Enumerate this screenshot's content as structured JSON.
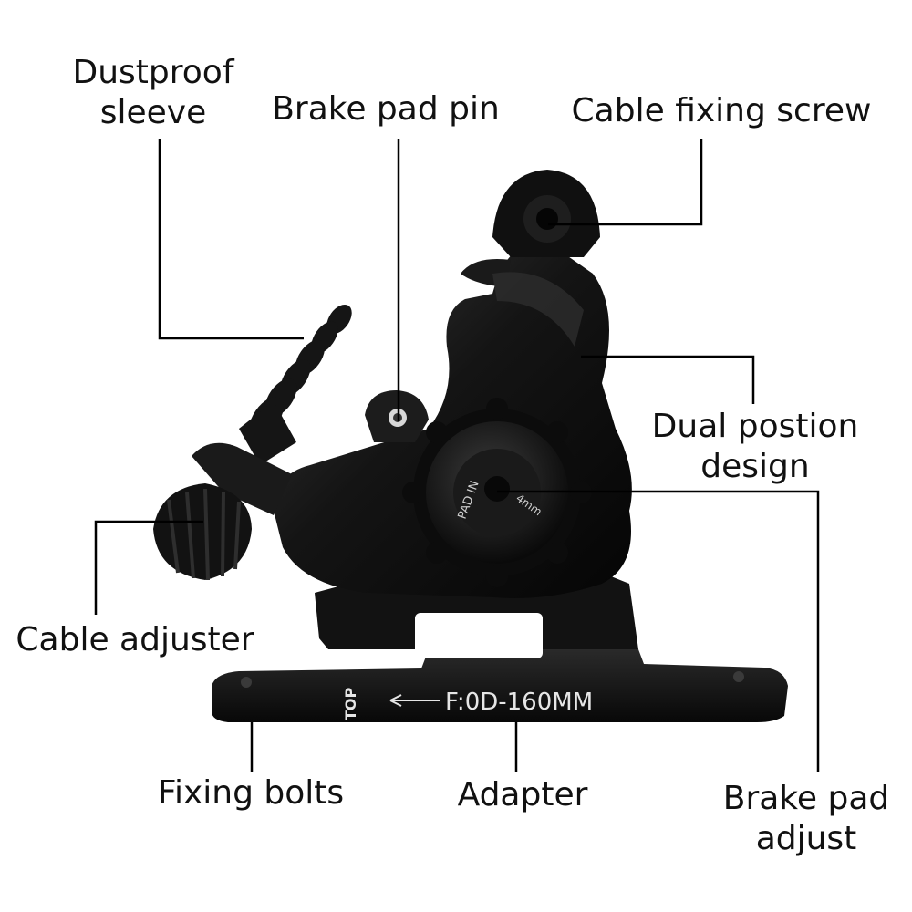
{
  "labels": {
    "dustproof_sleeve": [
      "Dustproof",
      "sleeve"
    ],
    "brake_pad_pin": "Brake pad pin",
    "cable_fixing_screw": "Cable fixing screw",
    "dual_position_design": [
      "Dual postion",
      "design"
    ],
    "cable_adjuster": "Cable adjuster",
    "fixing_bolts": "Fixing bolts",
    "adapter": "Adapter",
    "brake_pad_adjust": [
      "Brake pad",
      "adjust"
    ]
  },
  "product_markings": {
    "adapter_top": "TOP",
    "adapter_spec": "F:0D-160MM",
    "knob_text_1": "PAD IN",
    "knob_text_2": "4mm"
  },
  "colors": {
    "text": "#111111",
    "leader_lines": "#000000",
    "caliper_body": "#141414",
    "background": "#ffffff"
  }
}
